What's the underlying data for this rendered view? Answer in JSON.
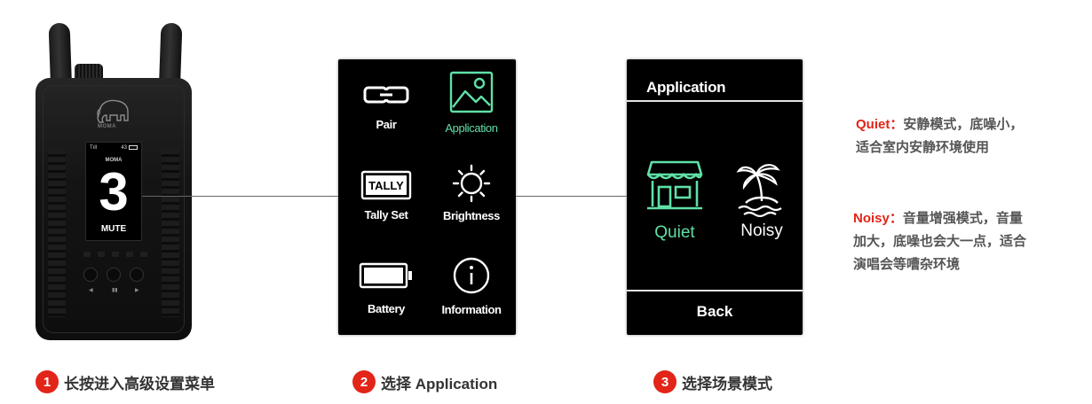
{
  "device": {
    "logo_text": "MOMA",
    "signal": "Tıll",
    "battery": "43",
    "brand": "MOMA",
    "channel": "3",
    "status": "MUTE"
  },
  "menu_screen": {
    "items": [
      {
        "label": "Pair",
        "icon": "link-icon",
        "active": false
      },
      {
        "label": "Application",
        "icon": "image-icon",
        "active": true
      },
      {
        "label": "Tally Set",
        "icon": "tally-icon",
        "active": false,
        "icon_text": "TALLY"
      },
      {
        "label": "Brightness",
        "icon": "sun-icon",
        "active": false
      },
      {
        "label": "Battery",
        "icon": "battery-icon",
        "active": false
      },
      {
        "label": "Information",
        "icon": "info-icon",
        "active": false
      }
    ]
  },
  "app_screen": {
    "title": "Application",
    "scenes": [
      {
        "label": "Quiet",
        "icon": "store-icon",
        "active": true
      },
      {
        "label": "Noisy",
        "icon": "palm-island-icon",
        "active": false
      }
    ],
    "back_label": "Back"
  },
  "steps": [
    {
      "number": "1",
      "text": "长按进入高级设置菜单"
    },
    {
      "number": "2",
      "text": "选择 Application"
    },
    {
      "number": "3",
      "text": "选择场景模式"
    }
  ],
  "descriptions": {
    "quiet": {
      "term": "Quiet：",
      "line1": "安静模式，底噪小，",
      "line2": "适合室内安静环境使用"
    },
    "noisy": {
      "term": "Noisy：",
      "line1": "音量增强模式，音量",
      "line2": "加大，底噪也会大一点，适合",
      "line3": "演唱会等嘈杂环境"
    }
  },
  "colors": {
    "accent_green": "#5fe0a6",
    "step_red": "#e32418"
  }
}
